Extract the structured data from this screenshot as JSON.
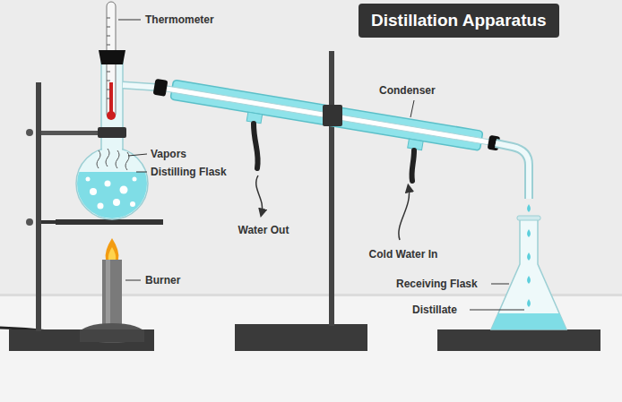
{
  "diagram": {
    "title": "Distillation Apparatus",
    "labels": [
      "Thermometer",
      "Condenser",
      "Vapors",
      "Distilling Flask",
      "Water Out",
      "Cold Water In",
      "Burner",
      "Receiving Flask",
      "Distillate"
    ]
  }
}
